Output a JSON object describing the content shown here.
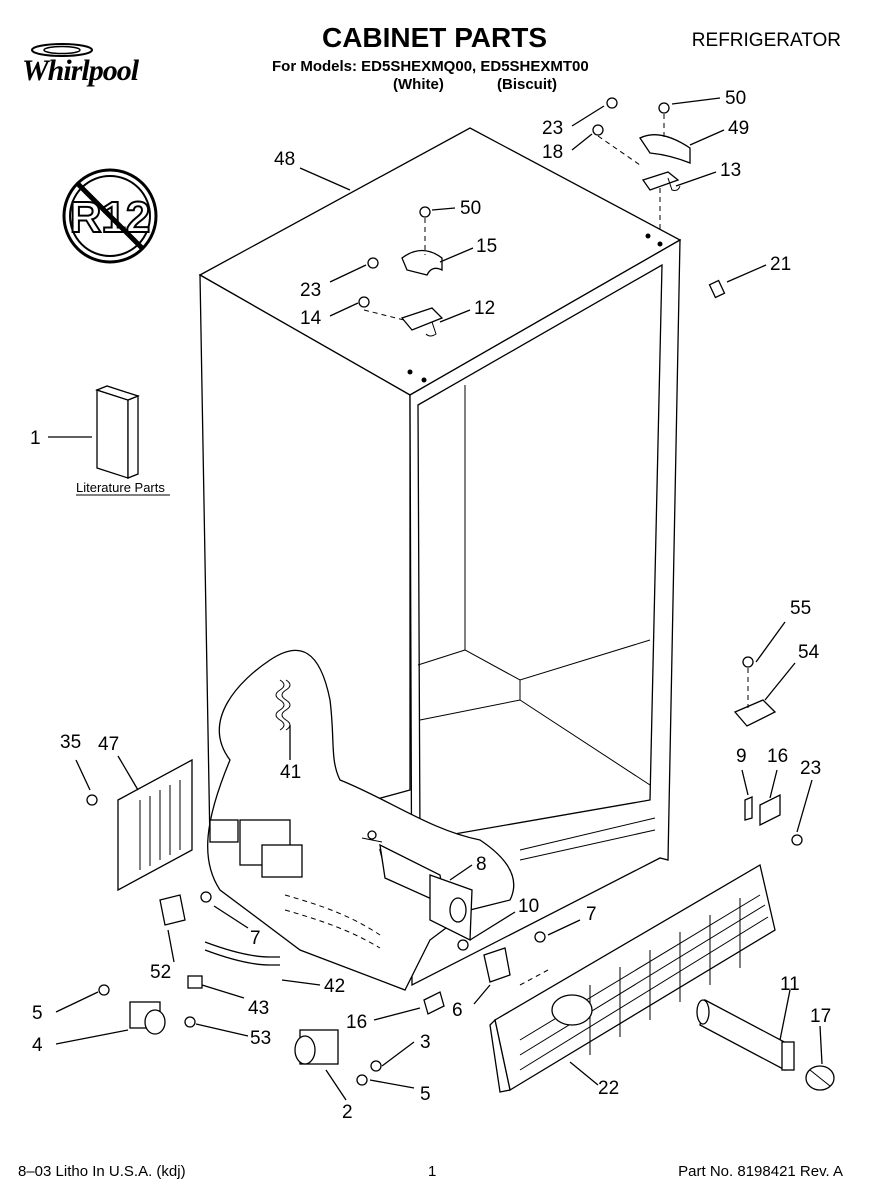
{
  "header": {
    "brand": "Whirlpool",
    "title": "CABINET PARTS",
    "category": "REFRIGERATOR",
    "models_line": "For Models: ED5SHEXMQ00, ED5SHEXMT00",
    "color_1": "(White)",
    "color_2": "(Biscuit)"
  },
  "badge": {
    "text": "R12"
  },
  "literature_label": "Literature Parts",
  "callouts": {
    "c1": "1",
    "c2": "2",
    "c3": "3",
    "c4": "4",
    "c5a": "5",
    "c5b": "5",
    "c6": "6",
    "c7a": "7",
    "c7b": "7",
    "c8": "8",
    "c9": "9",
    "c10": "10",
    "c11": "11",
    "c12": "12",
    "c13": "13",
    "c14": "14",
    "c15": "15",
    "c16a": "16",
    "c16b": "16",
    "c17": "17",
    "c18": "18",
    "c21": "21",
    "c22": "22",
    "c23a": "23",
    "c23b": "23",
    "c23c": "23",
    "c35": "35",
    "c41": "41",
    "c42": "42",
    "c43": "43",
    "c47": "47",
    "c48": "48",
    "c49": "49",
    "c50a": "50",
    "c50b": "50",
    "c52": "52",
    "c53": "53",
    "c54": "54",
    "c55": "55"
  },
  "footer": {
    "print_info": "8–03 Litho In U.S.A. (kdj)",
    "page": "1",
    "part_no": "Part No. 8198421 Rev. A"
  }
}
